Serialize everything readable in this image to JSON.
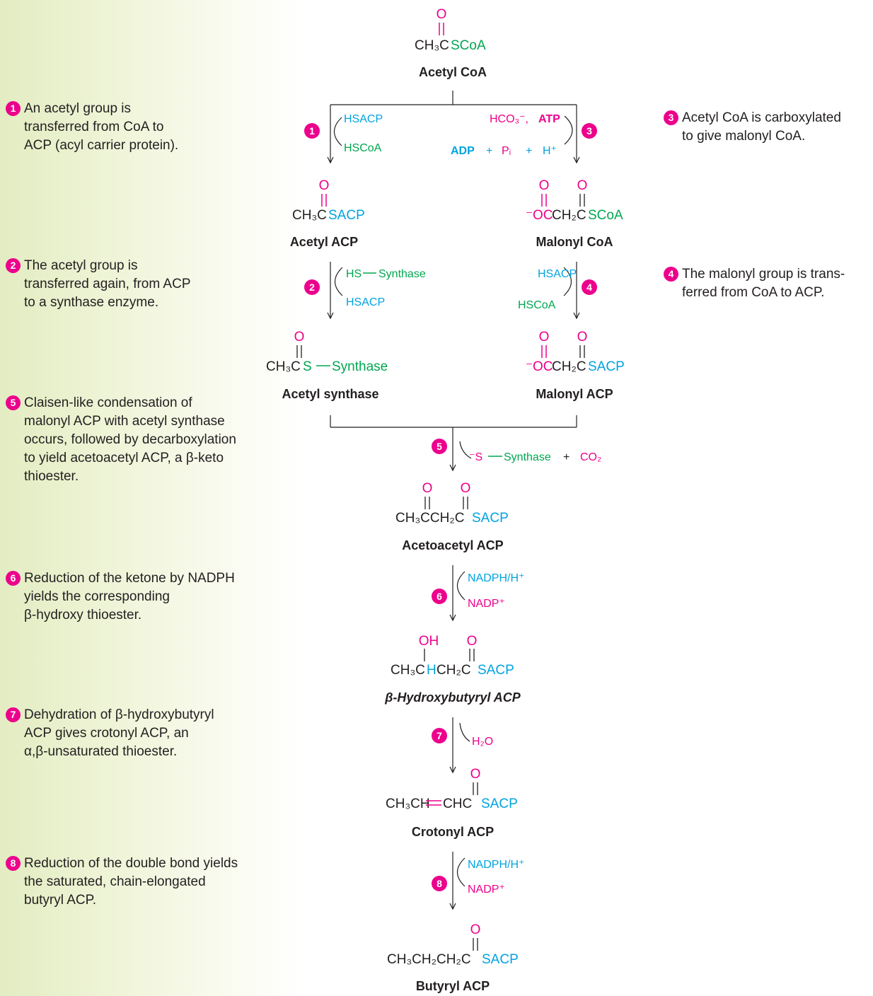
{
  "notes": [
    {
      "num": "1",
      "lines": [
        "An acetyl group is",
        "transferred from CoA to",
        "ACP (acyl carrier protein)."
      ]
    },
    {
      "num": "2",
      "lines": [
        "The acetyl group is",
        "transferred again, from ACP",
        "to a synthase enzyme."
      ]
    },
    {
      "num": "5",
      "lines": [
        "Claisen-like condensation of",
        "malonyl ACP with acetyl synthase",
        "occurs, followed by decarboxylation",
        "to yield acetoacetyl ACP, a β-keto",
        "thioester."
      ]
    },
    {
      "num": "6",
      "lines": [
        "Reduction of the ketone by NADPH",
        "yields the corresponding",
        "β-hydroxy thioester."
      ]
    },
    {
      "num": "7",
      "lines": [
        "Dehydration of β-hydroxybutyryl",
        "ACP gives crotonyl ACP, an",
        "α,β-unsaturated thioester."
      ]
    },
    {
      "num": "8",
      "lines": [
        "Reduction of the double bond yields",
        "the saturated, chain-elongated",
        "butyryl ACP."
      ]
    },
    {
      "num": "3",
      "lines": [
        "Acetyl CoA is carboxylated",
        "to give malonyl CoA."
      ]
    },
    {
      "num": "4",
      "lines": [
        "The malonyl group is trans-",
        "ferred from CoA to ACP."
      ]
    }
  ],
  "compounds": {
    "acetyl_coa": "Acetyl CoA",
    "acetyl_acp": "Acetyl ACP",
    "malonyl_coa": "Malonyl CoA",
    "acetyl_synthase": "Acetyl synthase",
    "malonyl_acp": "Malonyl ACP",
    "acetoacetyl_acp": "Acetoacetyl ACP",
    "hydroxybutyryl_acp": "β-Hydroxybutyryl ACP",
    "crotonyl_acp": "Crotonyl ACP",
    "butyryl_acp": "Butyryl ACP"
  },
  "formula": {
    "o": "O",
    "oh": "OH",
    "ch3c": "CH₃C",
    "scoa": "SCoA",
    "sacp": "SACP",
    "s": "S",
    "synthase": "Synthase",
    "minus_oc": "⁻OC",
    "ch2c": "CH₂C",
    "ch3cch2c": "CH₃CCH₂C",
    "ch3c_short": "CH₃C",
    "h": "H",
    "ch2c_tail": "CH₂C",
    "ch3ch": "CH₃CH",
    "chc": "CHC",
    "ch3ch2ch2c": "CH₃CH₂CH₂C"
  },
  "reagents": {
    "hsacp": "HSACP",
    "hscoa": "HSCoA",
    "hco3": "HCO₃⁻, ",
    "atp": "ATP",
    "adp": "ADP",
    "plus": "+",
    "pi": "Pᵢ",
    "hplus": "H⁺",
    "hs": "HS",
    "synthase": "Synthase",
    "minus_s": "⁻S",
    "co2": "CO₂",
    "nadph": "NADPH/H⁺",
    "nadp": "NADP⁺",
    "h2o": "H₂O"
  },
  "badges": {
    "b1": "1",
    "b2": "2",
    "b3": "3",
    "b4": "4",
    "b5": "5",
    "b6": "6",
    "b7": "7",
    "b8": "8"
  },
  "colors": {
    "magenta": "#ec008c",
    "cyan": "#00a3e0",
    "green": "#00a651",
    "sidebar": "#e3ecc2"
  }
}
